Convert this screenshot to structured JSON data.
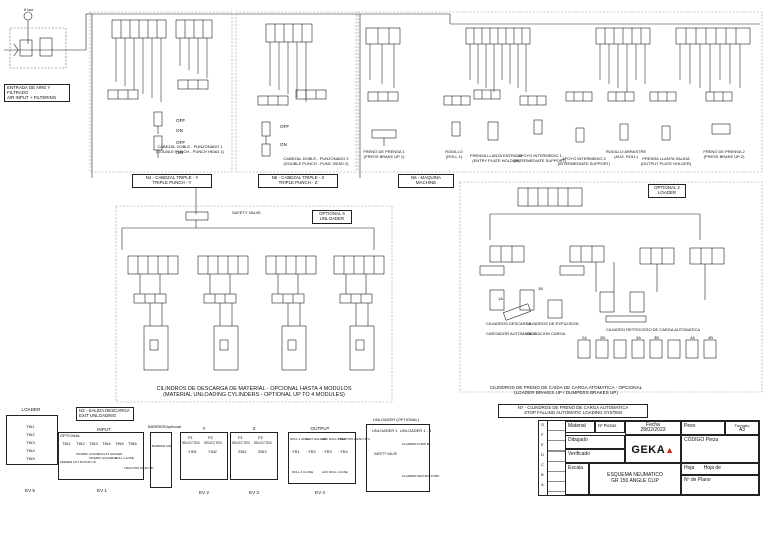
{
  "supply": {
    "pressure": "6 bar",
    "caption_es": "ENTRADA DE AIRE Y FILTRADO",
    "caption_en": "AIR INPUT + FILTERING"
  },
  "top_sections": [
    {
      "caption_es": "N4 - CABEZAL TRIPLE - Y",
      "caption_en": "TRIPLE PUNCH - Y",
      "sub_es": "CABEZAL DOBLE - PUNZONADO 1",
      "sub_en": "(DOUBLE PUNCH - PUNCH HEAD 1)"
    },
    {
      "caption_es": "N5 - CABEZAL TRIPLE - Z",
      "caption_en": "TRIPLE PUNCH - Z",
      "sub_es": "CABEZAL DOBLE - PUNZONADO 2",
      "sub_en": "(DOUBLE PUNCH - PUNC HEAD 2)"
    },
    {
      "caption_es": "N6 - MAQUINA",
      "caption_en": "MACHINE"
    }
  ],
  "valve_states": {
    "off": "OFF",
    "on": "ON"
  },
  "machine_labels": [
    "FRENO DE PRENSA 1",
    "(PRESS BRAKE UP 1)",
    "RODILLO",
    "(ROLL 1)",
    "PRENSA LLANTA ENTRADA",
    "(ENTRY PLATE HOLDER)",
    "APOYO INTERMEDIO 1",
    "(INTERMEDIATE SUPPORT)",
    "APOYO INTERMEDIO 2",
    "(INTERMEDIATE SUPPORT)",
    "RODILLO ARRASTRE",
    "(AUX. ROLL)",
    "PRENSA LLANTA SALIDA",
    "(OUTPUT PLATE HOLDER)",
    "FRENO DE PRENSA 2",
    "(PRESS BRAKE UP 2)"
  ],
  "unloader": {
    "safety_valve": "SAFETY VALVE",
    "optional_title": "OPTIONAL 6",
    "optional_sub": "UNLOADER",
    "caption_es": "CILINDROS DE DESCARGA DE MATERIAL - OPCIONAL HASTA 4 MODULOS",
    "caption_en": "(MATERIAL UNLOADING CYLINDERS - OPTIONAL UP TO 4 MODULES)"
  },
  "loader": {
    "optional_title": "OPTIONAL 2",
    "optional_sub": "LOADER",
    "caption_es": "N7 - CILINDROS DE FRENO DE CARGA AUTOMATICA",
    "caption_en": "STOP FALLING AUTOMATIC LOADING SYSTEM",
    "inner_caption_es": "CILINDROS DE FRENO DE CAIDA DE CARGA ATOMATICA - OPCIONAL",
    "inner_caption_en": "(LOADER BRAKES UP / DUMPERS BRAKES UP)",
    "labels": [
      "CILINDROS DESCARGA",
      "CILINDROS DE EXPULSION",
      "CARGADOR AUTOMATICO",
      "VALIDACION CARGA",
      "CILINDRO RETROCESO DE CARGA AUTOMATICA"
    ],
    "small_labels": [
      "1A",
      "1B",
      "2A",
      "2B",
      "3A",
      "3B",
      "4A",
      "4B"
    ]
  },
  "legend": {
    "loader_title": "LOADER",
    "loader_items": [
      "TIN1",
      "TIN2",
      "TIN3",
      "TIN4",
      "TIN5"
    ],
    "ev5": "EV 5",
    "n3_es": "N3 - SALIDA DESCARGA",
    "n3_en": "EXIT UNLOADING",
    "input_title": "INPUT",
    "optional": "OPTIONAL",
    "input_cols": [
      "FEEDER LIFT ROTOR UP",
      "INTERM. HOLDER",
      "INTERM. HOLDER 2",
      "FLAT HOLDER",
      "ROLL CLOSE",
      "TRACTION HEAD UP"
    ],
    "input_codes": [
      "TIN1",
      "TIN2",
      "TIN3",
      "TIN4",
      "TIN5",
      "TIN6"
    ],
    "ev1": "EV 1",
    "barrier_title": "BARRIER/optional",
    "barrier_sub": "BARRIER AIR",
    "y_title": "Y",
    "z_title": "Z",
    "p1": "P1",
    "p2": "P2",
    "selected": "SELECTED",
    "y_codes": [
      "YIN1",
      "YIN2"
    ],
    "z_codes": [
      "ZIN1",
      "ZIN2"
    ],
    "ev2": "EV 2",
    "ev3": "EV 3",
    "output_title": "OUTPUT",
    "output_cols": [
      "ROLL 2 OPEN",
      "FLAT HOLDER",
      "AUX ROLL OPEN",
      "TRACTION HEAD UP 2"
    ],
    "output_codes": [
      "YR1",
      "YR2",
      "YR3",
      "YR4"
    ],
    "output_bottom": [
      "ROLL 2 CLOSE",
      "AUX ROLL CLOSE"
    ],
    "ev4": "EV 4",
    "unloader_title": "UNLOADER (OPTIONAL)",
    "unloader_1": "UNLOADER 1",
    "unloader_2": "UNLOADER 1 - 4",
    "safety": "SAFETY VALVE",
    "clamper": "CLAMPER PUMP B1",
    "clamper_ret": "CLAMPER RETURN PUMP"
  },
  "title_block": {
    "rev_letters": [
      "G",
      "F",
      "E",
      "D",
      "C",
      "B",
      "A"
    ],
    "material": "Material",
    "n_piezas": "Nº Piezas",
    "fecha_label": "Fecha",
    "fecha": "28/02/2023",
    "peso": "Peso",
    "formato_label": "Formato",
    "formato": "A3",
    "dibujado": "Dibujado",
    "verificado": "Verificado",
    "escala": "Escala",
    "brand": "GEKA",
    "codigo": "CÓDIGO Pieza",
    "title1": "ESQUEMA NEUMATICO",
    "title2": "GR 150 ANGLE CLIP",
    "hoja": "Hoja de",
    "hoja_n": "Hoja",
    "plano": "Nº de Plano"
  }
}
